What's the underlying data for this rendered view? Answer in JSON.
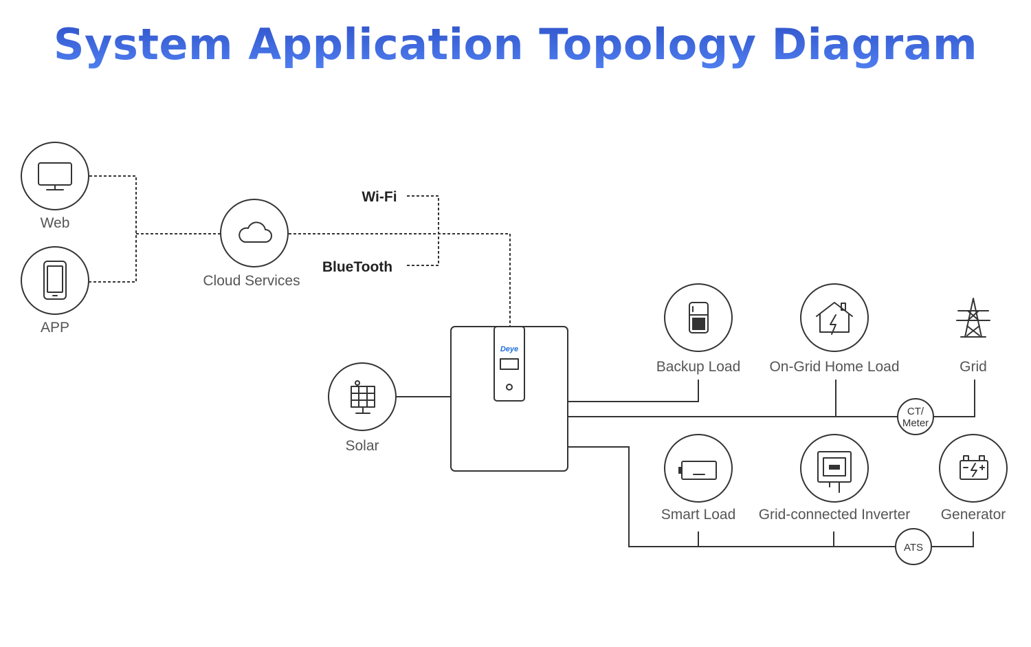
{
  "title": "System Application Topology Diagram",
  "nodes": {
    "web": "Web",
    "app": "APP",
    "cloud": "Cloud Services",
    "wifi": "Wi-Fi",
    "bluetooth": "BlueTooth",
    "solar": "Solar",
    "backup_load": "Backup Load",
    "on_grid_home_load": "On-Grid Home Load",
    "grid": "Grid",
    "ct_meter_line1": "CT/",
    "ct_meter_line2": "Meter",
    "smart_load": "Smart Load",
    "grid_connected_inverter": "Grid-connected Inverter",
    "generator": "Generator",
    "ats": "ATS"
  },
  "inverter": {
    "brand": "Deye"
  },
  "colors": {
    "title_top": "#2f52c9",
    "title_bottom": "#4f7ff0",
    "lines": "#333333",
    "label": "#555555"
  },
  "icons": [
    "monitor-icon",
    "phone-icon",
    "cloud-icon",
    "solar-panel-icon",
    "fridge-icon",
    "house-icon",
    "pylon-icon",
    "battery-icon",
    "inverter-icon",
    "generator-icon"
  ]
}
